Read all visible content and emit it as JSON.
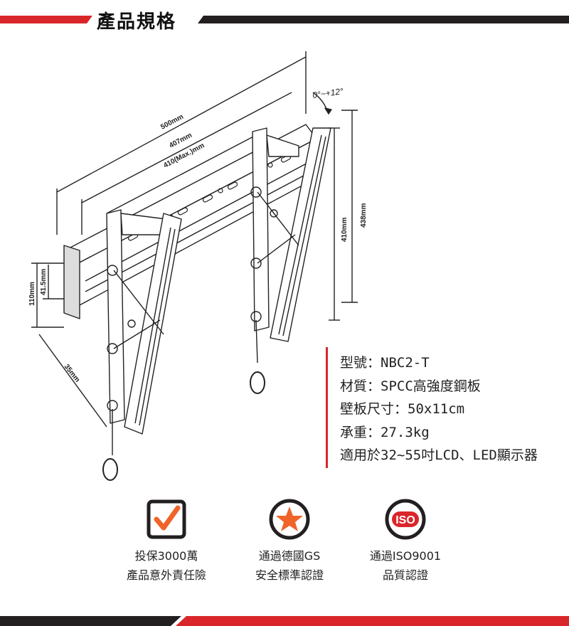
{
  "header": {
    "title": "產品規格"
  },
  "colors": {
    "accent_red": "#d9262b",
    "dark": "#231f20",
    "orange": "#f0642a"
  },
  "diagram": {
    "angle_label": "0°~+12°",
    "dim_500": "500mm",
    "dim_407": "407mm",
    "dim_410max": "410(Max.)mm",
    "dim_410": "410mm",
    "dim_438": "438mm",
    "dim_110": "110mm",
    "dim_41_5": "41.5mm",
    "dim_35": "35mm"
  },
  "specs": {
    "model": "型號：NBC2-T",
    "material": "材質：SPCC高強度鋼板",
    "plate_size": "壁板尺寸：50x11cm",
    "load": "承重：27.3kg",
    "fit": "適用於32~55吋LCD、LED顯示器"
  },
  "badges": [
    {
      "icon": "checkmark-icon",
      "line1": "投保3000萬",
      "line2": "產品意外責任險"
    },
    {
      "icon": "star-icon",
      "line1": "通過德國GS",
      "line2": "安全標準認證"
    },
    {
      "icon": "iso-icon",
      "line1": "通過ISO9001",
      "line2": "品質認證",
      "icon_text": "ISO"
    }
  ]
}
